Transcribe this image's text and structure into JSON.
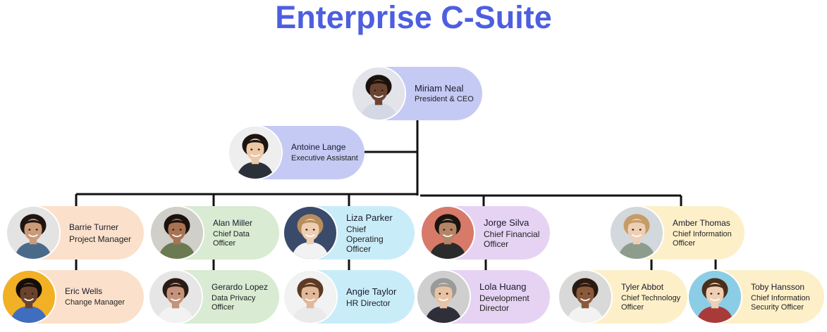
{
  "title": "Enterprise C-Suite",
  "colors": {
    "title": "#4d5fe0",
    "line": "#111111",
    "ceo": "#c5caf4",
    "peach": "#fbe1cb",
    "green": "#d9ebd2",
    "cyan": "#c9ecf9",
    "lavender": "#e6d3f3",
    "yellow": "#fdf0c9"
  },
  "nodes": [
    {
      "id": "miriam-neal",
      "name": "Miriam Neal",
      "role": "President & CEO",
      "color": "ceo",
      "skin": "#6b4431",
      "hair": "#1a120c",
      "shirt": "#d4d8e4",
      "photo_bg": "#e2e4ea",
      "icon": "person-photo-icon"
    },
    {
      "id": "antoine-lange",
      "name": "Antoine Lange",
      "role": "Executive Assistant",
      "color": "ceo",
      "skin": "#ecc8a6",
      "hair": "#1c1410",
      "shirt": "#2c3038",
      "photo_bg": "#eeeeee",
      "icon": "person-photo-icon"
    },
    {
      "id": "barrie-turner",
      "name": "Barrie Turner",
      "role": "Project Manager",
      "color": "peach",
      "skin": "#c99b79",
      "hair": "#1f1510",
      "shirt": "#4a6a8a",
      "photo_bg": "#e3e3e3",
      "icon": "person-photo-icon"
    },
    {
      "id": "alan-miller",
      "name": "Alan Miller",
      "role": "Chief Data Officer",
      "color": "green",
      "skin": "#a87353",
      "hair": "#1a120c",
      "shirt": "#6c7a52",
      "photo_bg": "#d0cfca",
      "icon": "person-photo-icon"
    },
    {
      "id": "liza-parker",
      "name": "Liza Parker",
      "role": "Chief Operating Officer",
      "color": "cyan",
      "skin": "#efcdb2",
      "hair": "#b88d5e",
      "shirt": "#f2f2f2",
      "photo_bg": "#3a4a6a",
      "icon": "person-photo-icon"
    },
    {
      "id": "jorge-silva",
      "name": "Jorge Silva",
      "role": "Chief Financial Officer",
      "color": "lavender",
      "skin": "#b48466",
      "hair": "#1c1410",
      "shirt": "#2b2b2b",
      "photo_bg": "#d87a6a",
      "icon": "person-photo-icon"
    },
    {
      "id": "amber-thomas",
      "name": "Amber Thomas",
      "role": "Chief Information Officer",
      "color": "yellow",
      "skin": "#efcfb4",
      "hair": "#c69c66",
      "shirt": "#8e9c8e",
      "photo_bg": "#d2d8dc",
      "icon": "person-photo-icon"
    },
    {
      "id": "eric-wells",
      "name": "Eric Wells",
      "role": "Change Manager",
      "color": "peach",
      "skin": "#6a432c",
      "hair": "#140e0a",
      "shirt": "#3f6ec0",
      "photo_bg": "#f2b024",
      "icon": "person-photo-icon"
    },
    {
      "id": "gerardo-lopez",
      "name": "Gerardo Lopez",
      "role": "Data Privacy Officer",
      "color": "green",
      "skin": "#c3937b",
      "hair": "#2a1c14",
      "shirt": "#f2f2f2",
      "photo_bg": "#e6e6e6",
      "icon": "person-photo-icon"
    },
    {
      "id": "angie-taylor",
      "name": "Angie Taylor",
      "role": "HR Director",
      "color": "cyan",
      "skin": "#e2b899",
      "hair": "#5c3a24",
      "shirt": "#eaeaea",
      "photo_bg": "#f2f2f2",
      "icon": "person-photo-icon"
    },
    {
      "id": "lola-huang",
      "name": "Lola Huang",
      "role": "Development Director",
      "color": "lavender",
      "skin": "#e8c2a4",
      "hair": "#9a9a9a",
      "shirt": "#2f2f3a",
      "photo_bg": "#cfcfcf",
      "icon": "person-photo-icon"
    },
    {
      "id": "tyler-abbot",
      "name": "Tyler Abbot",
      "role": "Chief Technology Officer",
      "color": "yellow",
      "skin": "#8a5a3c",
      "hair": "#2a1a10",
      "shirt": "#f2f2f2",
      "photo_bg": "#d9d9d9",
      "icon": "person-photo-icon"
    },
    {
      "id": "toby-hansson",
      "name": "Toby Hansson",
      "role": "Chief Information Security Officer",
      "color": "yellow",
      "skin": "#efcfb4",
      "hair": "#4a2e1a",
      "shirt": "#a93a3a",
      "photo_bg": "#8ccde6",
      "icon": "person-photo-icon"
    }
  ]
}
